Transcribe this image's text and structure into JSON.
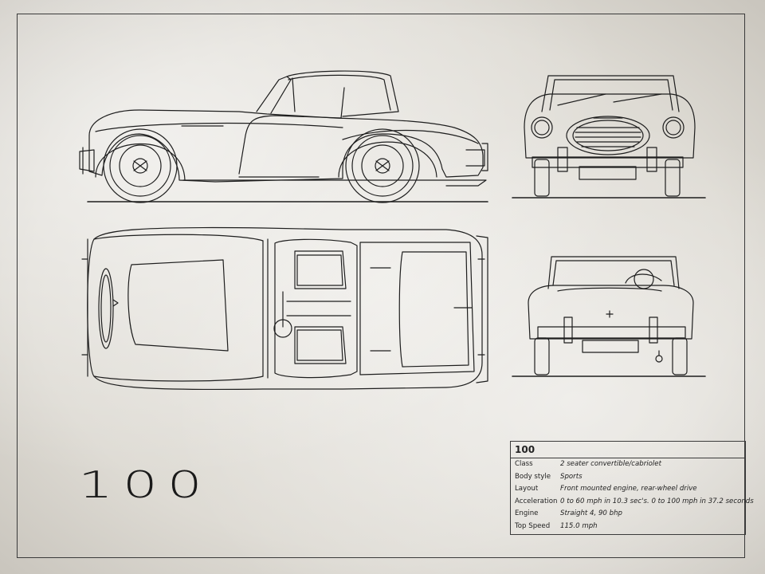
{
  "title": "100",
  "logo_text": "100",
  "specs": {
    "heading": "100",
    "rows": [
      {
        "key": "Class",
        "value": "2 seater convertible/cabriolet"
      },
      {
        "key": "Body style",
        "value": "Sports"
      },
      {
        "key": "Layout",
        "value": "Front mounted engine, rear-wheel drive"
      },
      {
        "key": "Acceleration",
        "value": "0 to 60 mph in 10.3 sec's. 0 to 100 mph in 37.2 seconds"
      },
      {
        "key": "Engine",
        "value": "Straight 4, 90 bhp"
      },
      {
        "key": "Top Speed",
        "value": "115.0 mph"
      }
    ]
  },
  "colors": {
    "paper": "#e6e3dd",
    "ink": "#1e1e1e"
  }
}
